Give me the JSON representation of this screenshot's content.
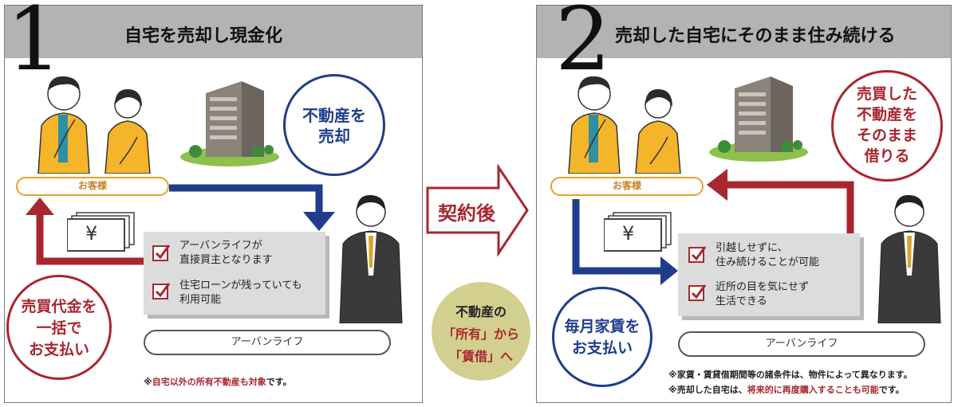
{
  "colors": {
    "red": "#a8262f",
    "blue": "#1f3d8a",
    "orange": "#e3a32a",
    "gray_header": "#b3b3b3",
    "olive": "#d3cf8e"
  },
  "panel1": {
    "number": "1",
    "title": "自宅を売却し現金化",
    "customer_label": "お客様",
    "yen": "¥",
    "circle_blue": "不動産を\n売却",
    "circle_red": "売買代金を\n一括で\nお支払い",
    "check1": "アーバンライフが\n直接買主となります",
    "check2": "住宅ローンが残っていても\n利用可能",
    "company": "アーバンライフ",
    "footnote_mark": "※",
    "footnote_red": "自宅以外の所有不動産も対象",
    "footnote_tail": "です。"
  },
  "middle": {
    "arrow_label": "契約後",
    "circle_line1": "不動産の",
    "circle_line2": "「所有」から",
    "circle_line3": "「賃借」へ"
  },
  "panel2": {
    "number": "2",
    "title": "売却した自宅にそのまま住み続ける",
    "customer_label": "お客様",
    "yen": "¥",
    "circle_red": "売買した\n不動産を\nそのまま\n借りる",
    "circle_blue": "毎月家賃を\nお支払い",
    "check1": "引越しせずに、\n住み続けることが可能",
    "check2": "近所の目を気にせず\n生活できる",
    "company": "アーバンライフ",
    "footnote1": "※家賃・賃貸借期間等の諸条件は、物件によって異なります。",
    "footnote2_head": "※売却した自宅は、",
    "footnote2_red": "将来的に再度購入することも可能",
    "footnote2_tail": "です。"
  }
}
